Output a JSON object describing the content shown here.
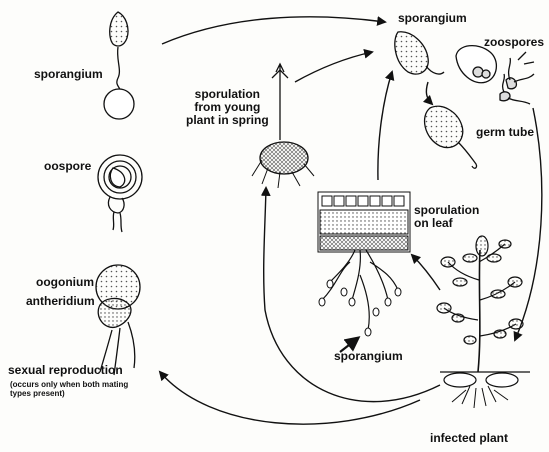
{
  "diagram": {
    "labels": {
      "sporangium_left": "sporangium",
      "oospore": "oospore",
      "oogonium": "oogonium",
      "antheridium": "antheridium",
      "sexual_reproduction": "sexual reproduction",
      "sexual_reproduction_note": "(occurs only when both mating\ntypes present)",
      "sporulation_spring": "sporulation\nfrom young\nplant in spring",
      "sporangium_top": "sporangium",
      "zoospores": "zoospores",
      "germ_tube": "germ tube",
      "sporulation_leaf": "sporulation\non leaf",
      "sporangium_bottom": "sporangium",
      "infected_plant": "infected  plant"
    },
    "colors": {
      "ink": "#111111",
      "background": "#fdfdfb",
      "stipple": "#555555"
    }
  }
}
